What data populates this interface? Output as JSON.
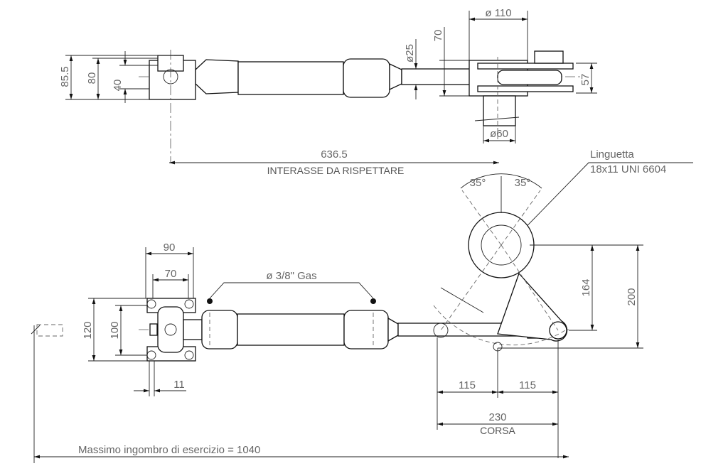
{
  "top_view": {
    "dim_diameter_110": "ø 110",
    "dim_70": "70",
    "dim_diameter_25": "ø25",
    "dim_85_5": "85.5",
    "dim_80": "80",
    "dim_40": "40",
    "dim_57": "57",
    "dim_diameter_60": "ø60",
    "dim_636_5": "636.5",
    "interaxis_label": "INTERASSE DA RISPETTARE"
  },
  "key_note": {
    "line1": "Linguetta",
    "line2": "18x11 UNI 6604"
  },
  "side_view": {
    "angle_left": "35°",
    "angle_right": "35°",
    "dim_90": "90",
    "dim_70": "70",
    "port_label": "ø 3/8\" Gas",
    "dim_120": "120",
    "dim_100": "100",
    "dim_164": "164",
    "dim_200": "200",
    "dim_11": "11",
    "dim_115_left": "115",
    "dim_115_right": "115",
    "dim_230": "230",
    "stroke_label": "CORSA",
    "overall_label": "Massimo ingombro di esercizio = 1040"
  }
}
